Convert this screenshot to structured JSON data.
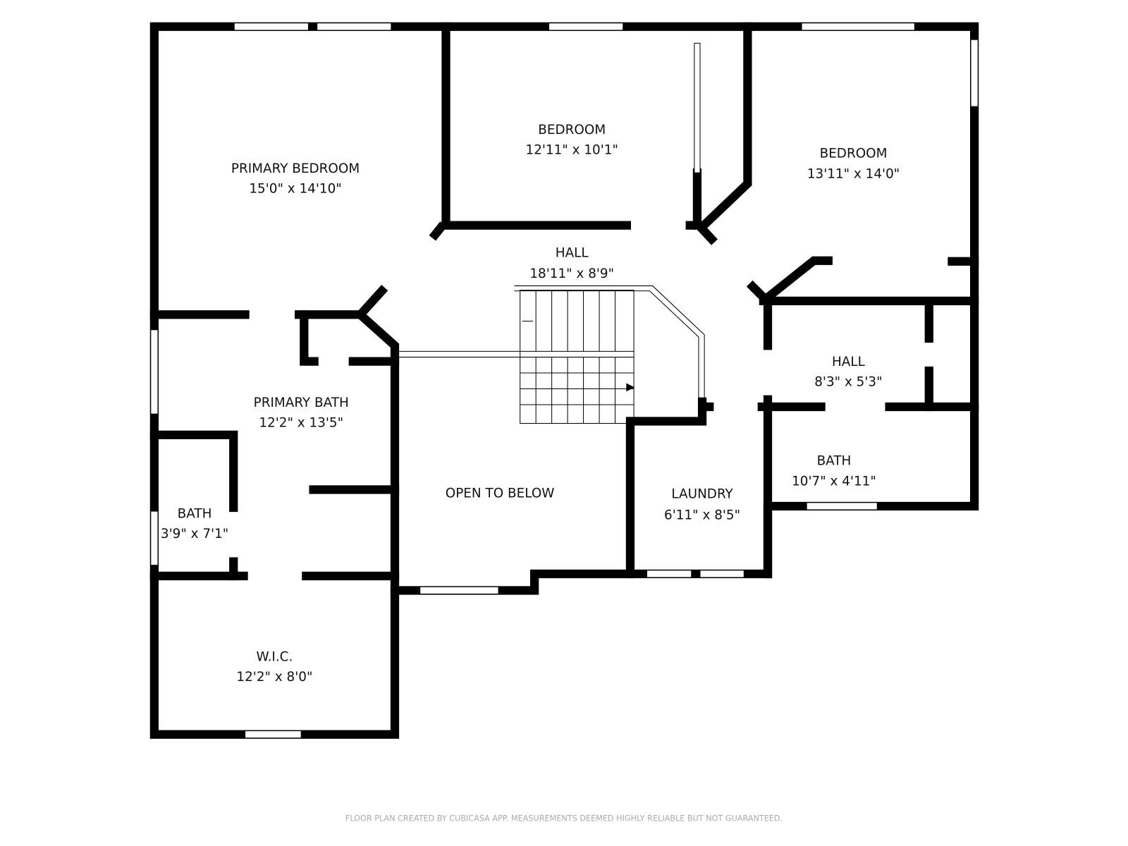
{
  "rooms": [
    {
      "name": "PRIMARY BEDROOM",
      "size": "15'0\" x 14'10\""
    },
    {
      "name": "BEDROOM",
      "size": "12'11\" x 10'1\""
    },
    {
      "name": "BEDROOM",
      "size": "13'11\" x 14'0\""
    },
    {
      "name": "HALL",
      "size": "18'11\" x 8'9\""
    },
    {
      "name": "HALL",
      "size": "8'3\" x 5'3\""
    },
    {
      "name": "PRIMARY BATH",
      "size": "12'2\" x 13'5\""
    },
    {
      "name": "BATH",
      "size": "3'9\" x 7'1\""
    },
    {
      "name": "OPEN TO BELOW",
      "size": ""
    },
    {
      "name": "LAUNDRY",
      "size": "6'11\" x 8'5\""
    },
    {
      "name": "BATH",
      "size": "10'7\" x 4'11\""
    },
    {
      "name": "W.I.C.",
      "size": "12'2\" x 8'0\""
    }
  ],
  "footer": "FLOOR PLAN CREATED BY CUBICASA APP. MEASUREMENTS DEEMED HIGHLY RELIABLE BUT NOT GUARANTEED."
}
